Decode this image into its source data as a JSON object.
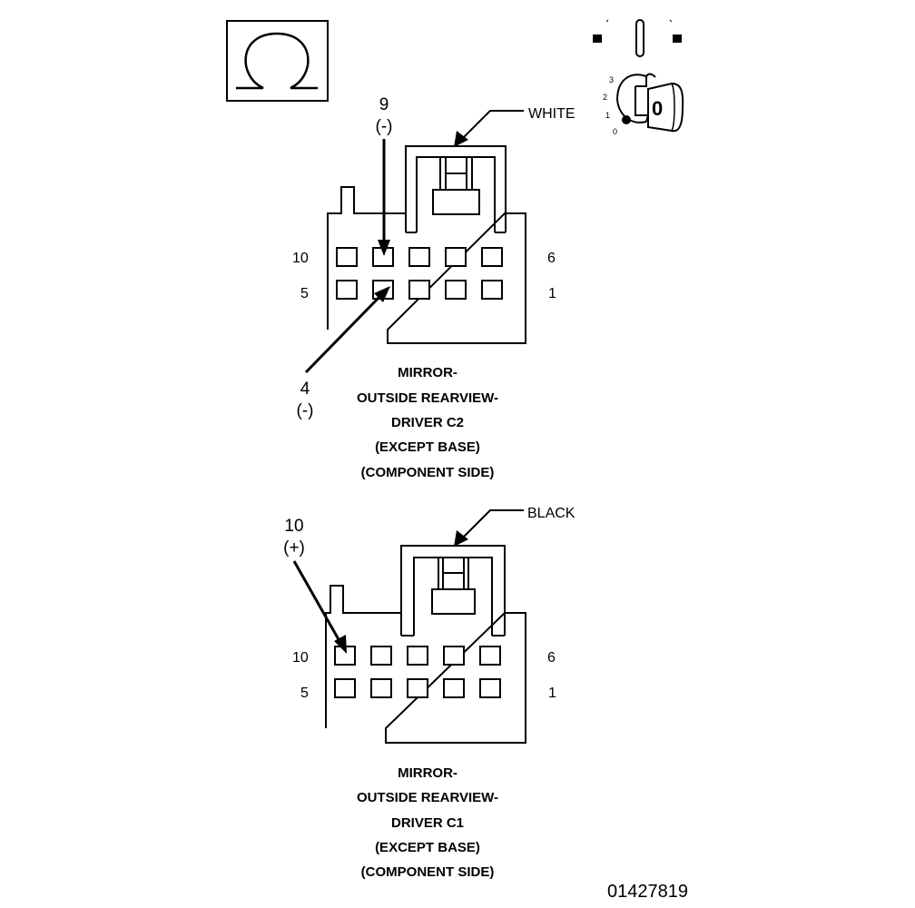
{
  "ohmmeter_icon": "ohm-omega-icon",
  "ignition_icon": "ignition-key-off-icon",
  "ignition": {
    "positions": [
      "3",
      "2",
      "1",
      "0"
    ],
    "key_label": "0"
  },
  "connector_c2": {
    "color": "WHITE",
    "pin_labels": {
      "top_left": "10",
      "top_right": "6",
      "bottom_left": "5",
      "bottom_right": "1"
    },
    "callouts": [
      {
        "pin": "9",
        "polarity": "(-)"
      },
      {
        "pin": "4",
        "polarity": "(-)"
      }
    ],
    "caption": [
      "MIRROR-",
      "OUTSIDE REARVIEW-",
      "DRIVER C2",
      "(EXCEPT BASE)",
      "(COMPONENT SIDE)"
    ]
  },
  "connector_c1": {
    "color": "BLACK",
    "pin_labels": {
      "top_left": "10",
      "top_right": "6",
      "bottom_left": "5",
      "bottom_right": "1"
    },
    "callouts": [
      {
        "pin": "10",
        "polarity": "(+)"
      }
    ],
    "caption": [
      "MIRROR-",
      "OUTSIDE REARVIEW-",
      "DRIVER C1",
      "(EXCEPT BASE)",
      "(COMPONENT SIDE)"
    ]
  },
  "document_number": "01427819"
}
